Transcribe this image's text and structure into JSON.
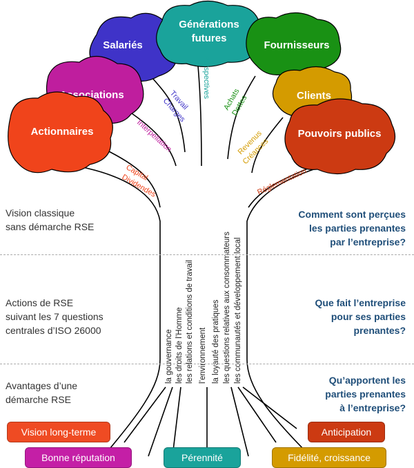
{
  "crown": {
    "generations": {
      "label_line1": "Générations",
      "label_line2": "futures",
      "branch": "Perspectives",
      "color": "#1aa39b"
    },
    "salaries": {
      "label": "Salariés",
      "branch_line1": "Travail",
      "branch_line2": "Charges",
      "color": "#3f33c8"
    },
    "associations": {
      "label": "Associations",
      "branch": "Interpellation",
      "color": "#bf1e9e"
    },
    "actionnaires": {
      "label": "Actionnaires",
      "branch_line1": "Capital",
      "branch_line2": "Dividendes",
      "color": "#f0441b"
    },
    "fournisseurs": {
      "label": "Fournisseurs",
      "branch_line1": "Achats",
      "branch_line2": "Dettes",
      "color": "#199114"
    },
    "clients": {
      "label": "Clients",
      "branch_line1": "Revenus",
      "branch_line2": "Créances",
      "color": "#d49b00"
    },
    "pouvoirs": {
      "label": "Pouvoirs publics",
      "branch": "Réglementation",
      "color": "#cc3a12"
    }
  },
  "sections": {
    "s1": {
      "left_line1": "Vision classique",
      "left_line2": "sans démarche RSE",
      "right_line1": "Comment sont perçues",
      "right_line2": "les parties prenantes",
      "right_line3": "par l’entreprise?"
    },
    "s2": {
      "left_line1": "Actions de RSE",
      "left_line2": "suivant les 7 questions",
      "left_line3": "centrales d’ISO 26000",
      "right_line1": "Que fait l’entreprise",
      "right_line2": "pour ses parties",
      "right_line3": "prenantes?"
    },
    "s3": {
      "left_line1": "Avantages d’une",
      "left_line2": "démarche RSE",
      "right_line1": "Qu’apportent les",
      "right_line2": "parties prenantes",
      "right_line3": "à l’entreprise?"
    }
  },
  "trunk_questions": [
    "la gouvernance",
    "les droits de l’Homme",
    "les relations et conditions de travail",
    "l’environnement",
    "la loyauté des pratiques",
    "les questions relatives aux consommateurs",
    "les communautés et développement local"
  ],
  "roots": {
    "vision": {
      "label": "Vision long-terme",
      "color": "#ef4b23"
    },
    "reputation": {
      "label": "Bonne réputation",
      "color": "#c41fa6"
    },
    "perennite": {
      "label": "Pérennité",
      "color": "#1aa39b"
    },
    "anticipation": {
      "label": "Anticipation",
      "color": "#cc3a12"
    },
    "fidelite": {
      "label": "Fidélité, croissance",
      "color": "#d49b00"
    }
  }
}
